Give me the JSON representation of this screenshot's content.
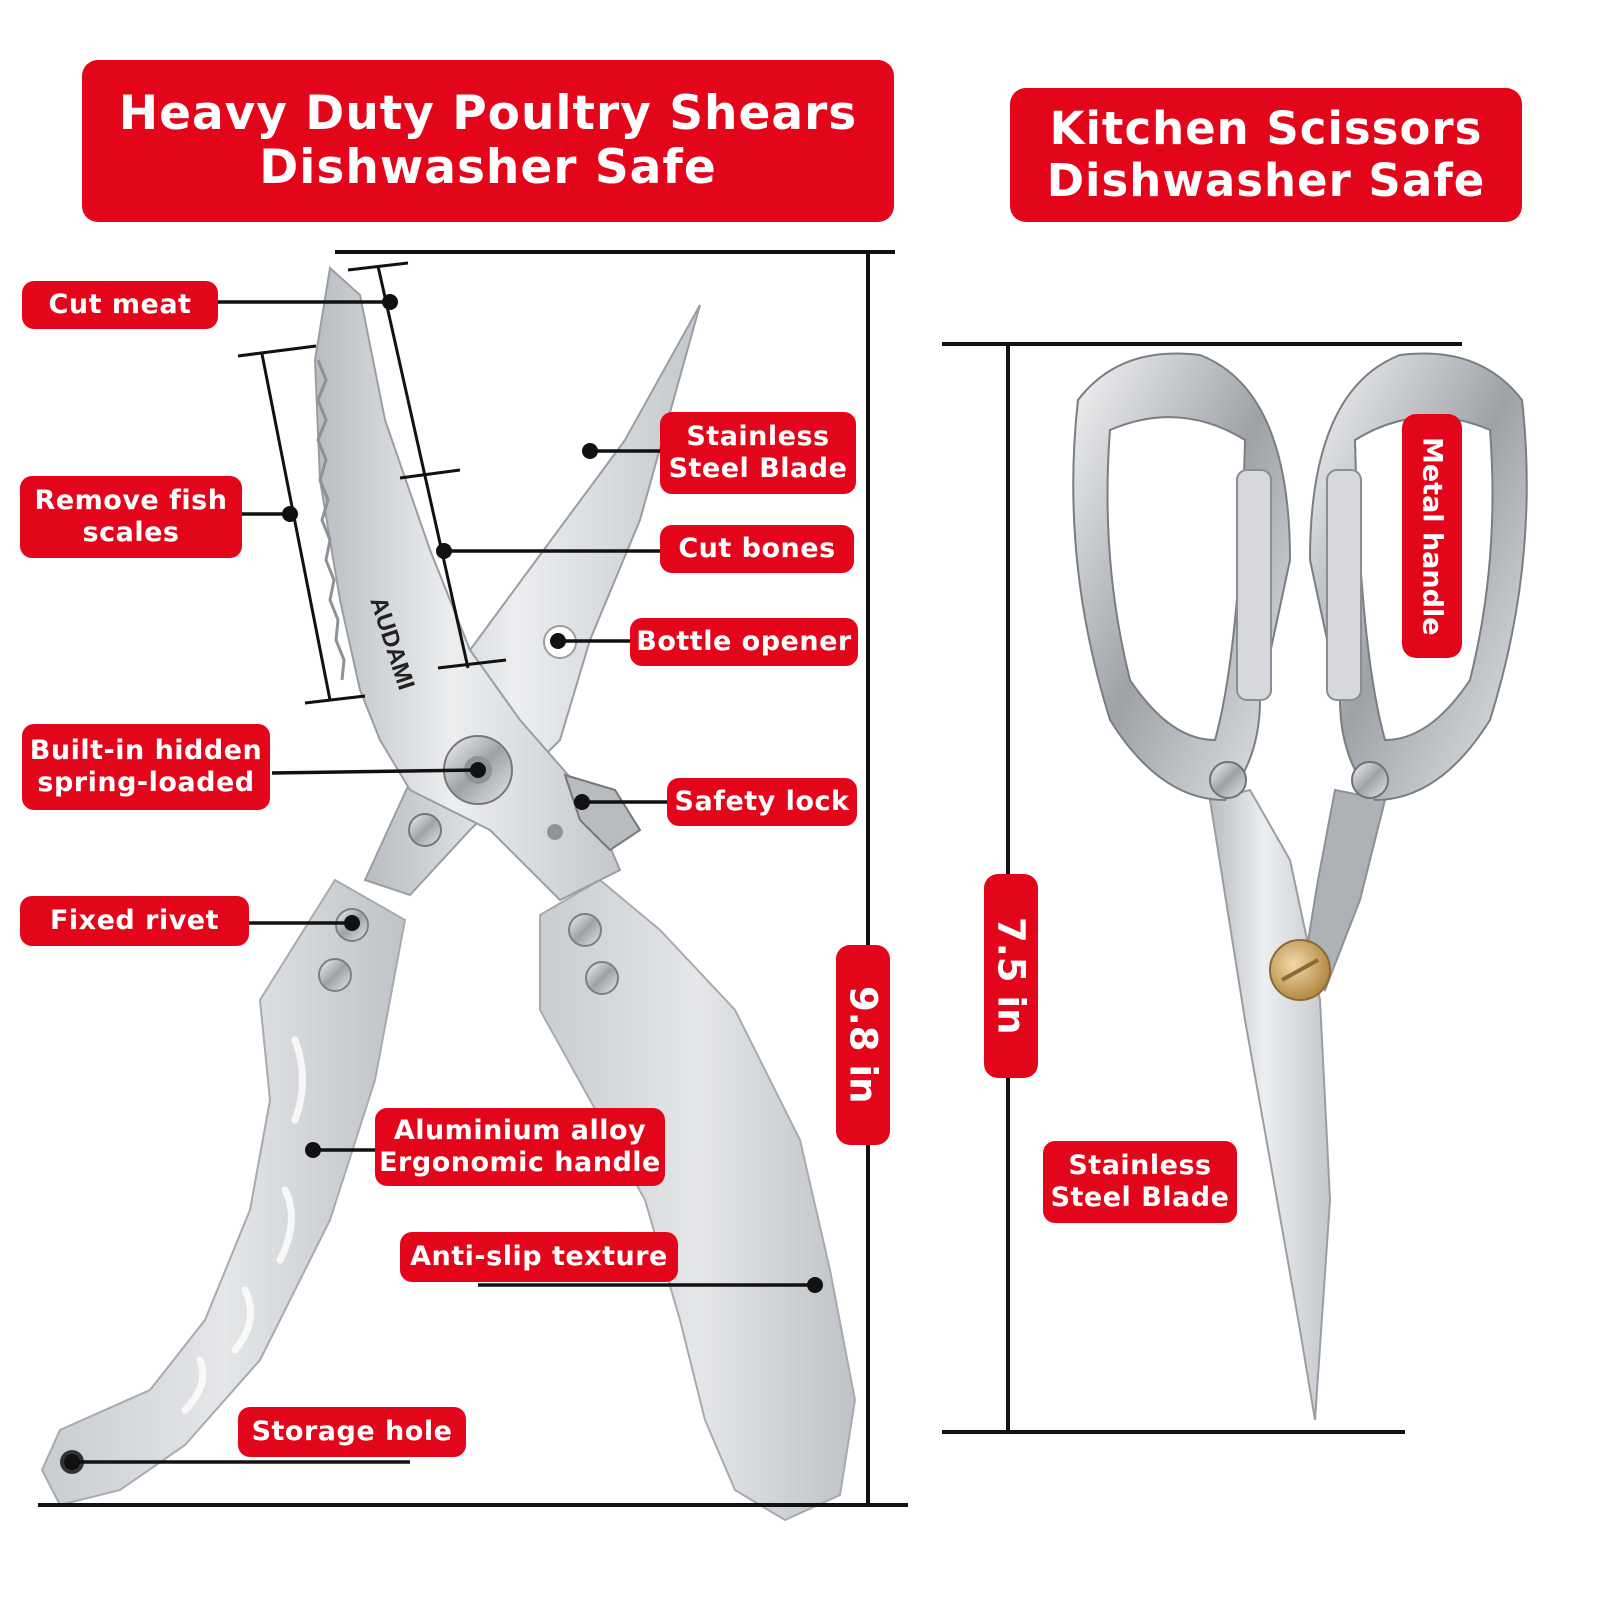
{
  "titles": {
    "shears": {
      "line1": "Heavy Duty Poultry Shears",
      "line2": "Dishwasher Safe"
    },
    "scissors": {
      "line1": "Kitchen Scissors",
      "line2": "Dishwasher Safe"
    }
  },
  "brand": "AUDAMI",
  "callouts": {
    "cut_meat": "Cut meat",
    "remove_fish_scales": {
      "line1": "Remove fish",
      "line2": "scales"
    },
    "stainless_blade": {
      "line1": "Stainless",
      "line2": "Steel Blade"
    },
    "cut_bones": "Cut bones",
    "bottle_opener": "Bottle opener",
    "spring": {
      "line1": "Built-in hidden",
      "line2": "spring-loaded"
    },
    "safety_lock": "Safety lock",
    "fixed_rivet": "Fixed rivet",
    "handle": {
      "line1": "Aluminium alloy",
      "line2": "Ergonomic handle"
    },
    "anti_slip": "Anti-slip texture",
    "storage_hole": "Storage hole",
    "metal_handle": "Metal handle",
    "scissors_blade": {
      "line1": "Stainless",
      "line2": "Steel Blade"
    }
  },
  "dimensions": {
    "shears_length": "9.8 in",
    "scissors_length": "7.5 in"
  },
  "colors": {
    "accent": "#e3061b",
    "text": "#ffffff",
    "line": "#111111",
    "metal": "#c9ccd0"
  }
}
